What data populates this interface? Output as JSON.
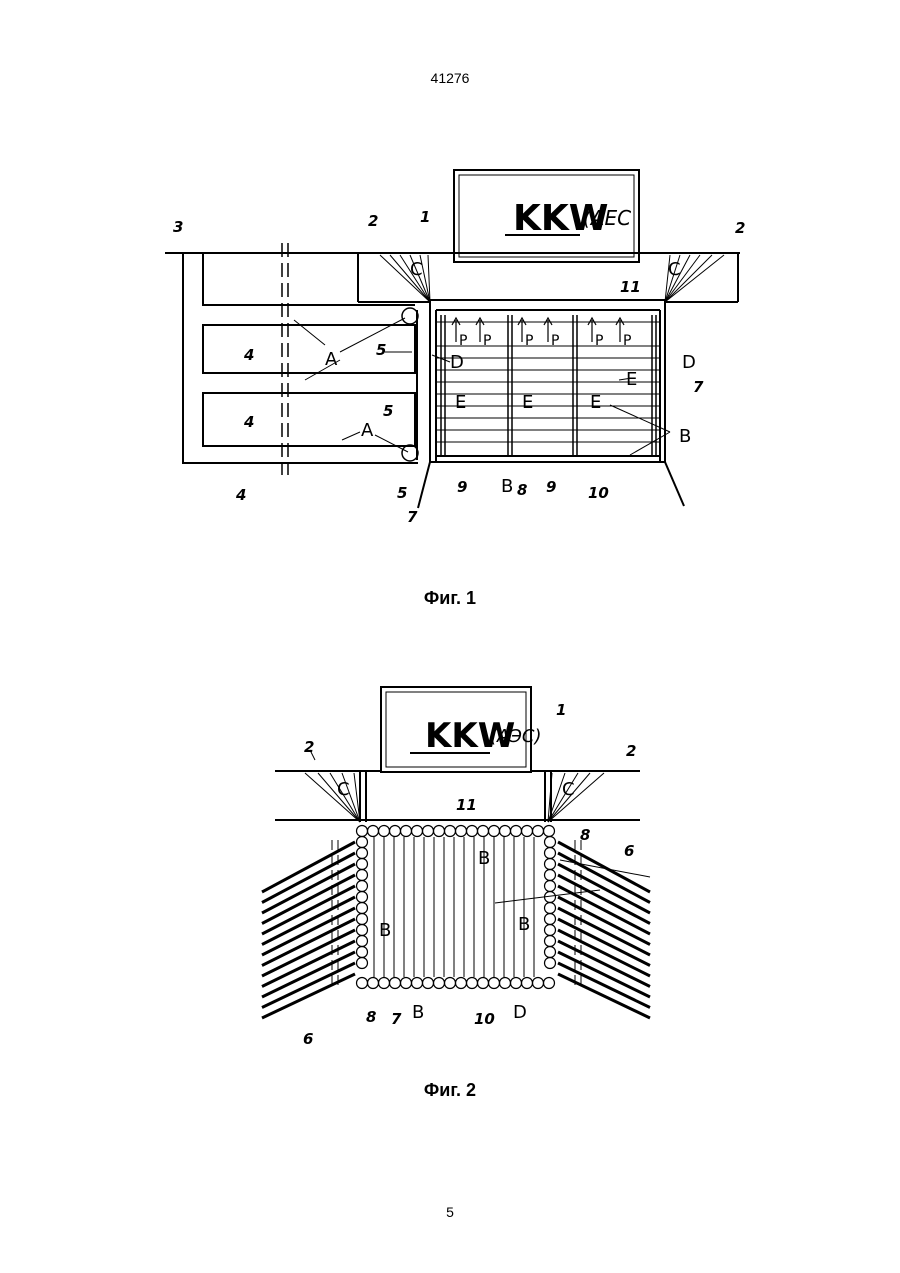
{
  "header": {
    "doc_number": "41276"
  },
  "figure1": {
    "caption": "Фиг. 1",
    "plant_label": "KKW",
    "plant_label_sub": "(AEC",
    "labels": {
      "n1": "1",
      "n2a": "2",
      "n2b": "2",
      "n3": "3",
      "n4a": "4",
      "n4b": "4",
      "n4c": "4",
      "n5a": "5",
      "n5b": "5",
      "n5c": "5",
      "n7a": "7",
      "n7b": "7",
      "n8": "8",
      "n9a": "9",
      "n9b": "9",
      "n10": "10",
      "n11": "11",
      "A1": "A",
      "A2": "A",
      "Ba": "B",
      "Bb": "B",
      "D1": "D",
      "D2": "D",
      "E1": "E",
      "E2": "E",
      "E3": "E",
      "E4": "E",
      "C1": "C",
      "C2": "C",
      "P1": "P",
      "P2": "P",
      "P3": "P",
      "P4": "P",
      "P5": "P",
      "P6": "P"
    }
  },
  "figure2": {
    "caption": "Фиг. 2",
    "plant_label": "KKW",
    "plant_label_sub": "(AЭС)",
    "labels": {
      "n1": "1",
      "n2a": "2",
      "n2b": "2",
      "n6a": "6",
      "n6b": "6",
      "n7": "7",
      "n8a": "8",
      "n8b": "8",
      "n10": "10",
      "n11": "11",
      "B1": "B",
      "B2": "B",
      "B3": "B",
      "B4": "B",
      "D": "D",
      "C1": "C",
      "C2": "C"
    }
  },
  "footer": {
    "page_number": "5"
  }
}
